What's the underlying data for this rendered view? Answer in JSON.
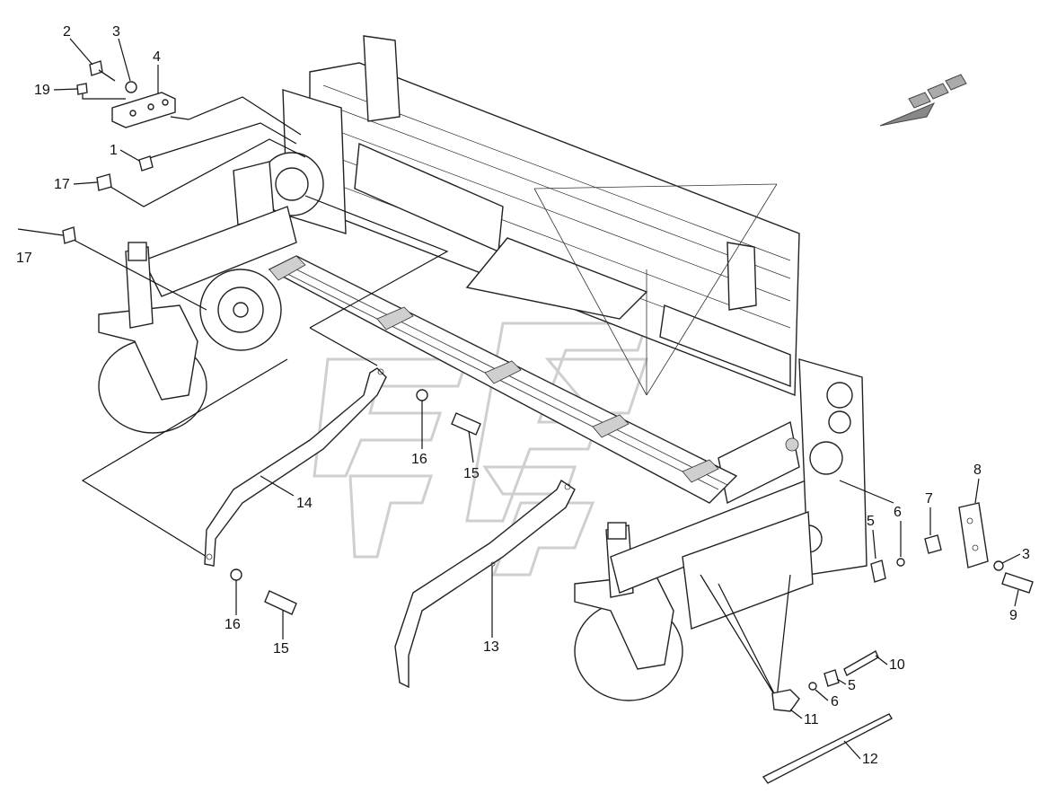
{
  "diagram": {
    "callouts": [
      {
        "id": "c2",
        "text": "2"
      },
      {
        "id": "c3a",
        "text": "3"
      },
      {
        "id": "c4",
        "text": "4"
      },
      {
        "id": "c19",
        "text": "19"
      },
      {
        "id": "c1",
        "text": "1"
      },
      {
        "id": "c17a",
        "text": "17"
      },
      {
        "id": "c17b",
        "text": "17"
      },
      {
        "id": "c16a",
        "text": "16"
      },
      {
        "id": "c15a",
        "text": "15"
      },
      {
        "id": "c14",
        "text": "14"
      },
      {
        "id": "c16b",
        "text": "16"
      },
      {
        "id": "c15b",
        "text": "15"
      },
      {
        "id": "c13",
        "text": "13"
      },
      {
        "id": "c6a",
        "text": "6"
      },
      {
        "id": "c5a",
        "text": "5"
      },
      {
        "id": "c7",
        "text": "7"
      },
      {
        "id": "c8",
        "text": "8"
      },
      {
        "id": "c3b",
        "text": "3"
      },
      {
        "id": "c9",
        "text": "9"
      },
      {
        "id": "c10",
        "text": "10"
      },
      {
        "id": "c5b",
        "text": "5"
      },
      {
        "id": "c6b",
        "text": "6"
      },
      {
        "id": "c11",
        "text": "11"
      },
      {
        "id": "c12",
        "text": "12"
      }
    ],
    "icons": {
      "direction_arrow": "direction-arrow-icon",
      "watermark": "watermark-logo"
    },
    "colors": {
      "line": "#111111",
      "shade": "#cfcfcf"
    }
  }
}
